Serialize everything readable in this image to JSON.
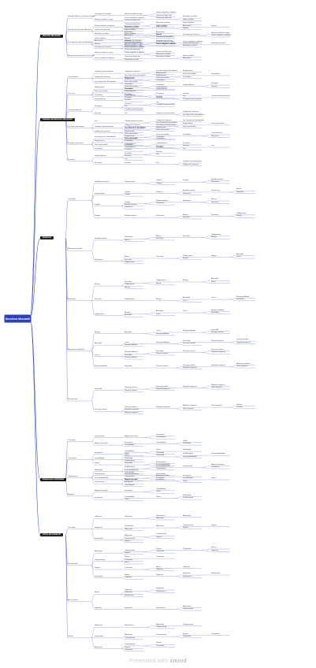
{
  "map": {
    "root": "Derechos Mercantil",
    "branches": [
      {
        "label": "Derecho Mercantil",
        "children": [
          "Derecho Público y Derecho Privado",
          "Fuentes del Derecho Mercantil",
          "Concepto de Derecho Mercantil",
          "Relación entre Derecho Civil y DM"
        ],
        "details": [
          "Concepto y Principios",
          "Normas jurídicas, Leyes",
          "Teoría subjetiva u objetiva",
          "Criterio de distinción",
          "Naturaleza jurídica",
          "Interés público",
          "Autonomía",
          "Sujetos"
        ]
      },
      {
        "label": "Fuentes del Derecho Mercantil",
        "children": [
          "La costumbre",
          "Los usos",
          "La jurisprudencia",
          "Las leyes mercantiles",
          "Principios generales",
          "Doctrina"
        ],
        "details": [
          "Tratados Internacionales",
          "Código de Comercio",
          "Ley General de Sociedades",
          "Reglamentos",
          "Usos mercantiles",
          "Costumbre",
          "Jurisprudencia",
          "Principios",
          "Doctrina",
          "Ley"
        ]
      },
      {
        "label": "Empresa",
        "children": [
          "Concepto",
          "Naturaleza jurídica",
          "Elementos",
          "Empresario individual",
          "Clasificación"
        ],
        "details": [
          "Unidad económica",
          "Organización",
          "Capital",
          "Trabajo",
          "Establecimiento",
          "Patrimonio",
          "Bienes",
          "Derechos",
          "Obligaciones",
          "Riesgo",
          "Actividad",
          "Lucro",
          "Responsabilidad",
          "Sociedad",
          "Persona natural",
          "Persona jurídica",
          "Pequeña empresa",
          "Mediana empresa",
          "Gran empresa",
          "Pública",
          "Privada",
          "Mixta"
        ]
      },
      {
        "label": "Empresario individual",
        "children": [
          "Concepto",
          "Capacidad",
          "Obligaciones",
          "Registro"
        ],
        "details": [
          "Comerciante",
          "Mayoría de edad",
          "Inscripción",
          "Contabilidad",
          "Libros",
          "Publicidad",
          "Prohibiciones",
          "Incompatibilidades"
        ]
      },
      {
        "label": "Actos de comercio",
        "children": [
          "Concepto",
          "Clasificación",
          "Actos mixtos",
          "Teorías"
        ],
        "details": [
          "Objetivos",
          "Subjetivos",
          "Unilaterales",
          "Bilaterales",
          "Compraventa",
          "Seguro",
          "Transporte",
          "Banca"
        ]
      }
    ]
  },
  "watermark": {
    "prefix": "Presented with",
    "brand": "xmind"
  }
}
